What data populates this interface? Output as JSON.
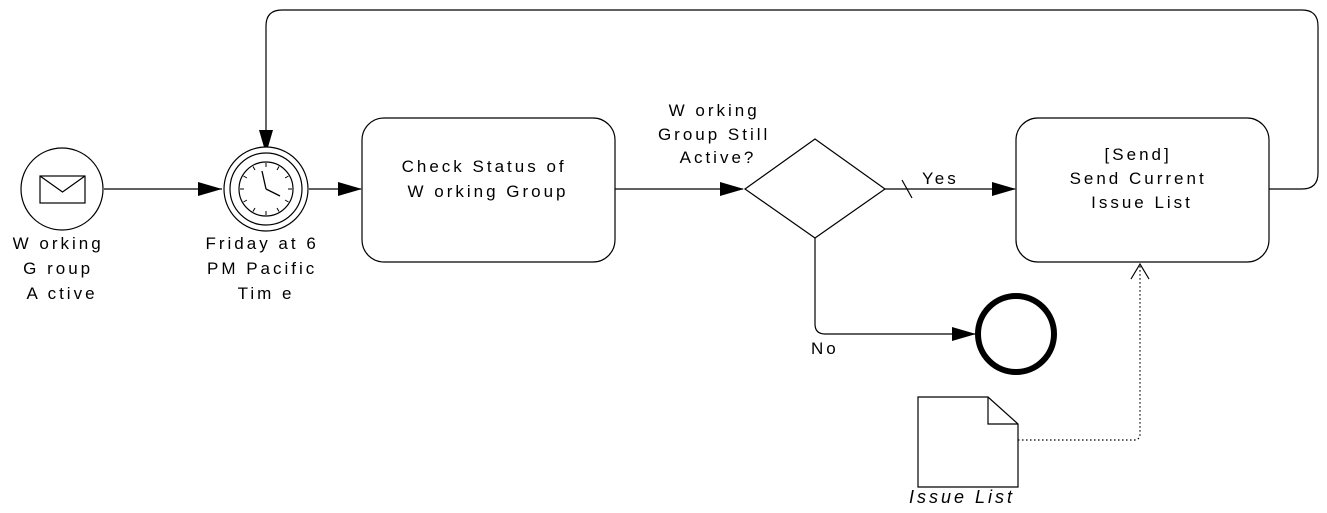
{
  "colors": {
    "stroke": "#000000",
    "background": "#ffffff"
  },
  "start_event": {
    "icon": "envelope-icon",
    "label_lines": [
      "W orking",
      "G roup",
      "A ctive"
    ]
  },
  "timer_event": {
    "icon": "clock-icon",
    "label_lines": [
      "Friday at 6",
      "PM Pacific",
      "Tim e"
    ]
  },
  "task_check": {
    "label_lines": [
      "Check Status of",
      "W orking Group"
    ]
  },
  "gateway": {
    "label_lines": [
      "W orking",
      "Group Still",
      "Active?"
    ]
  },
  "flow_yes": {
    "label": "Yes"
  },
  "flow_no": {
    "label": "No"
  },
  "task_send": {
    "label_lines": [
      "[Send]",
      "Send Current",
      "Issue List"
    ]
  },
  "data_object": {
    "icon": "document-icon",
    "label": "Issue List"
  }
}
